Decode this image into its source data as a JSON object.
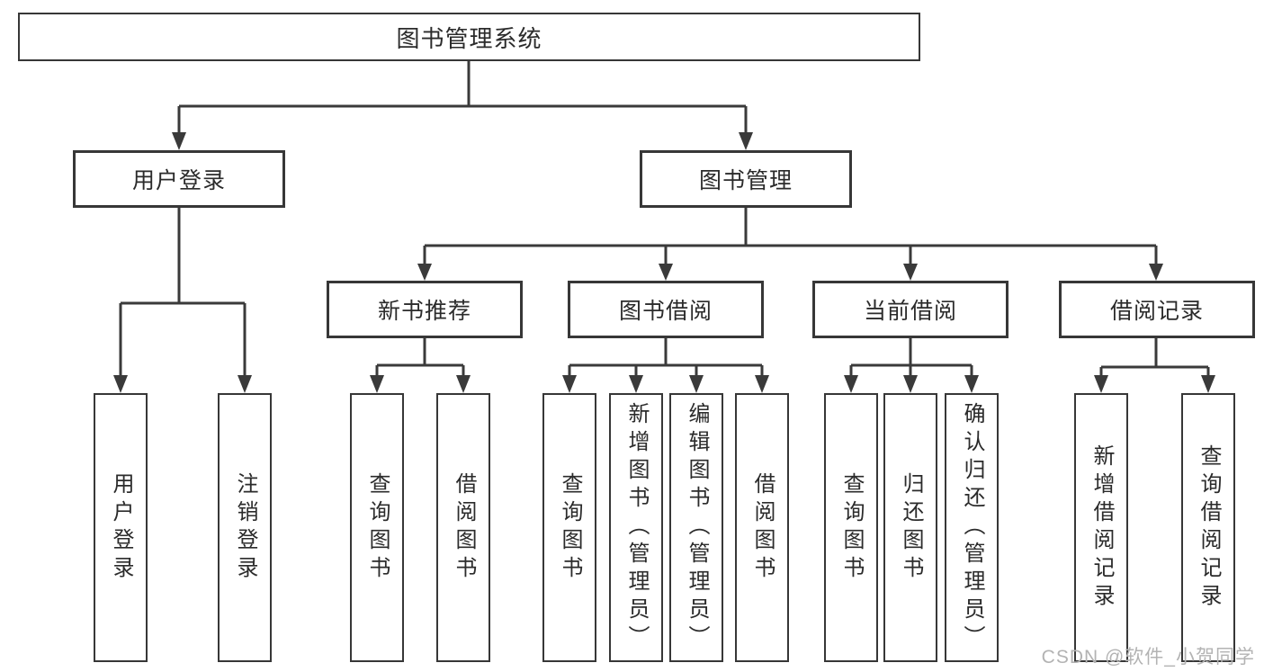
{
  "colors": {
    "line": "#3a3a3a",
    "box_border": "#373737",
    "text": "#2b2b2b",
    "watermark": "#b3b3b3",
    "background": "#ffffff"
  },
  "watermark": {
    "text": "CSDN @软件_小贺同学"
  },
  "tree": {
    "root": {
      "label": "图书管理系统",
      "children": [
        {
          "label": "用户登录",
          "children": [
            {
              "label": "用户登录"
            },
            {
              "label": "注销登录"
            }
          ]
        },
        {
          "label": "图书管理",
          "children": [
            {
              "label": "新书推荐",
              "children": [
                {
                  "label": "查询图书"
                },
                {
                  "label": "借阅图书"
                }
              ]
            },
            {
              "label": "图书借阅",
              "children": [
                {
                  "label": "查询图书"
                },
                {
                  "label": "新增图书（管理员）"
                },
                {
                  "label": "编辑图书（管理员）"
                },
                {
                  "label": "借阅图书"
                }
              ]
            },
            {
              "label": "当前借阅",
              "children": [
                {
                  "label": "查询图书"
                },
                {
                  "label": "归还图书"
                },
                {
                  "label": "确认归还（管理员）"
                }
              ]
            },
            {
              "label": "借阅记录",
              "children": [
                {
                  "label": "新增借阅记录"
                },
                {
                  "label": "查询借阅记录"
                }
              ]
            }
          ]
        }
      ]
    }
  }
}
